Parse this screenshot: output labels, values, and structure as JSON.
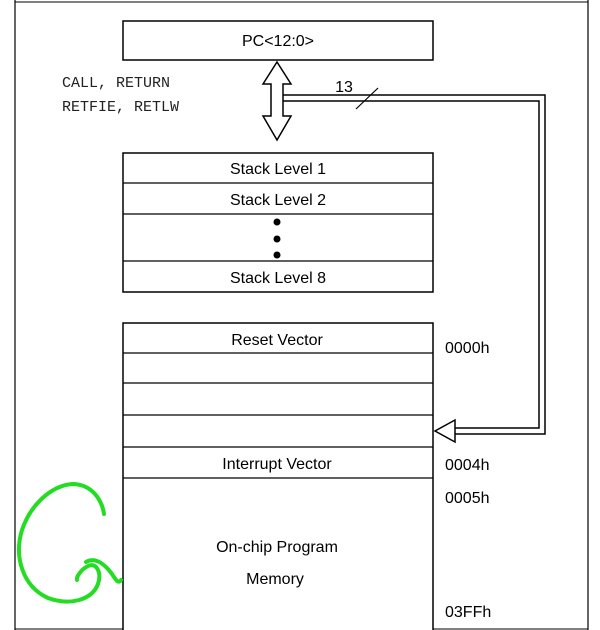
{
  "pc_register": {
    "label": "PC<12:0>"
  },
  "instructions": {
    "line1": "CALL, RETURN",
    "line2": "RETFIE, RETLW"
  },
  "bus": {
    "width_label": "13"
  },
  "stack": {
    "levels": [
      "Stack Level 1",
      "Stack Level 2",
      "Stack Level 8"
    ]
  },
  "program_memory": {
    "reset_vector": "Reset Vector",
    "interrupt_vector": "Interrupt Vector",
    "onchip_line1": "On-chip Program",
    "onchip_line2": "Memory"
  },
  "addresses": {
    "reset": "0000h",
    "interrupt": "0004h",
    "after_interrupt": "0005h",
    "end": "03FFh"
  },
  "annotation": {
    "color": "#22dd22"
  }
}
